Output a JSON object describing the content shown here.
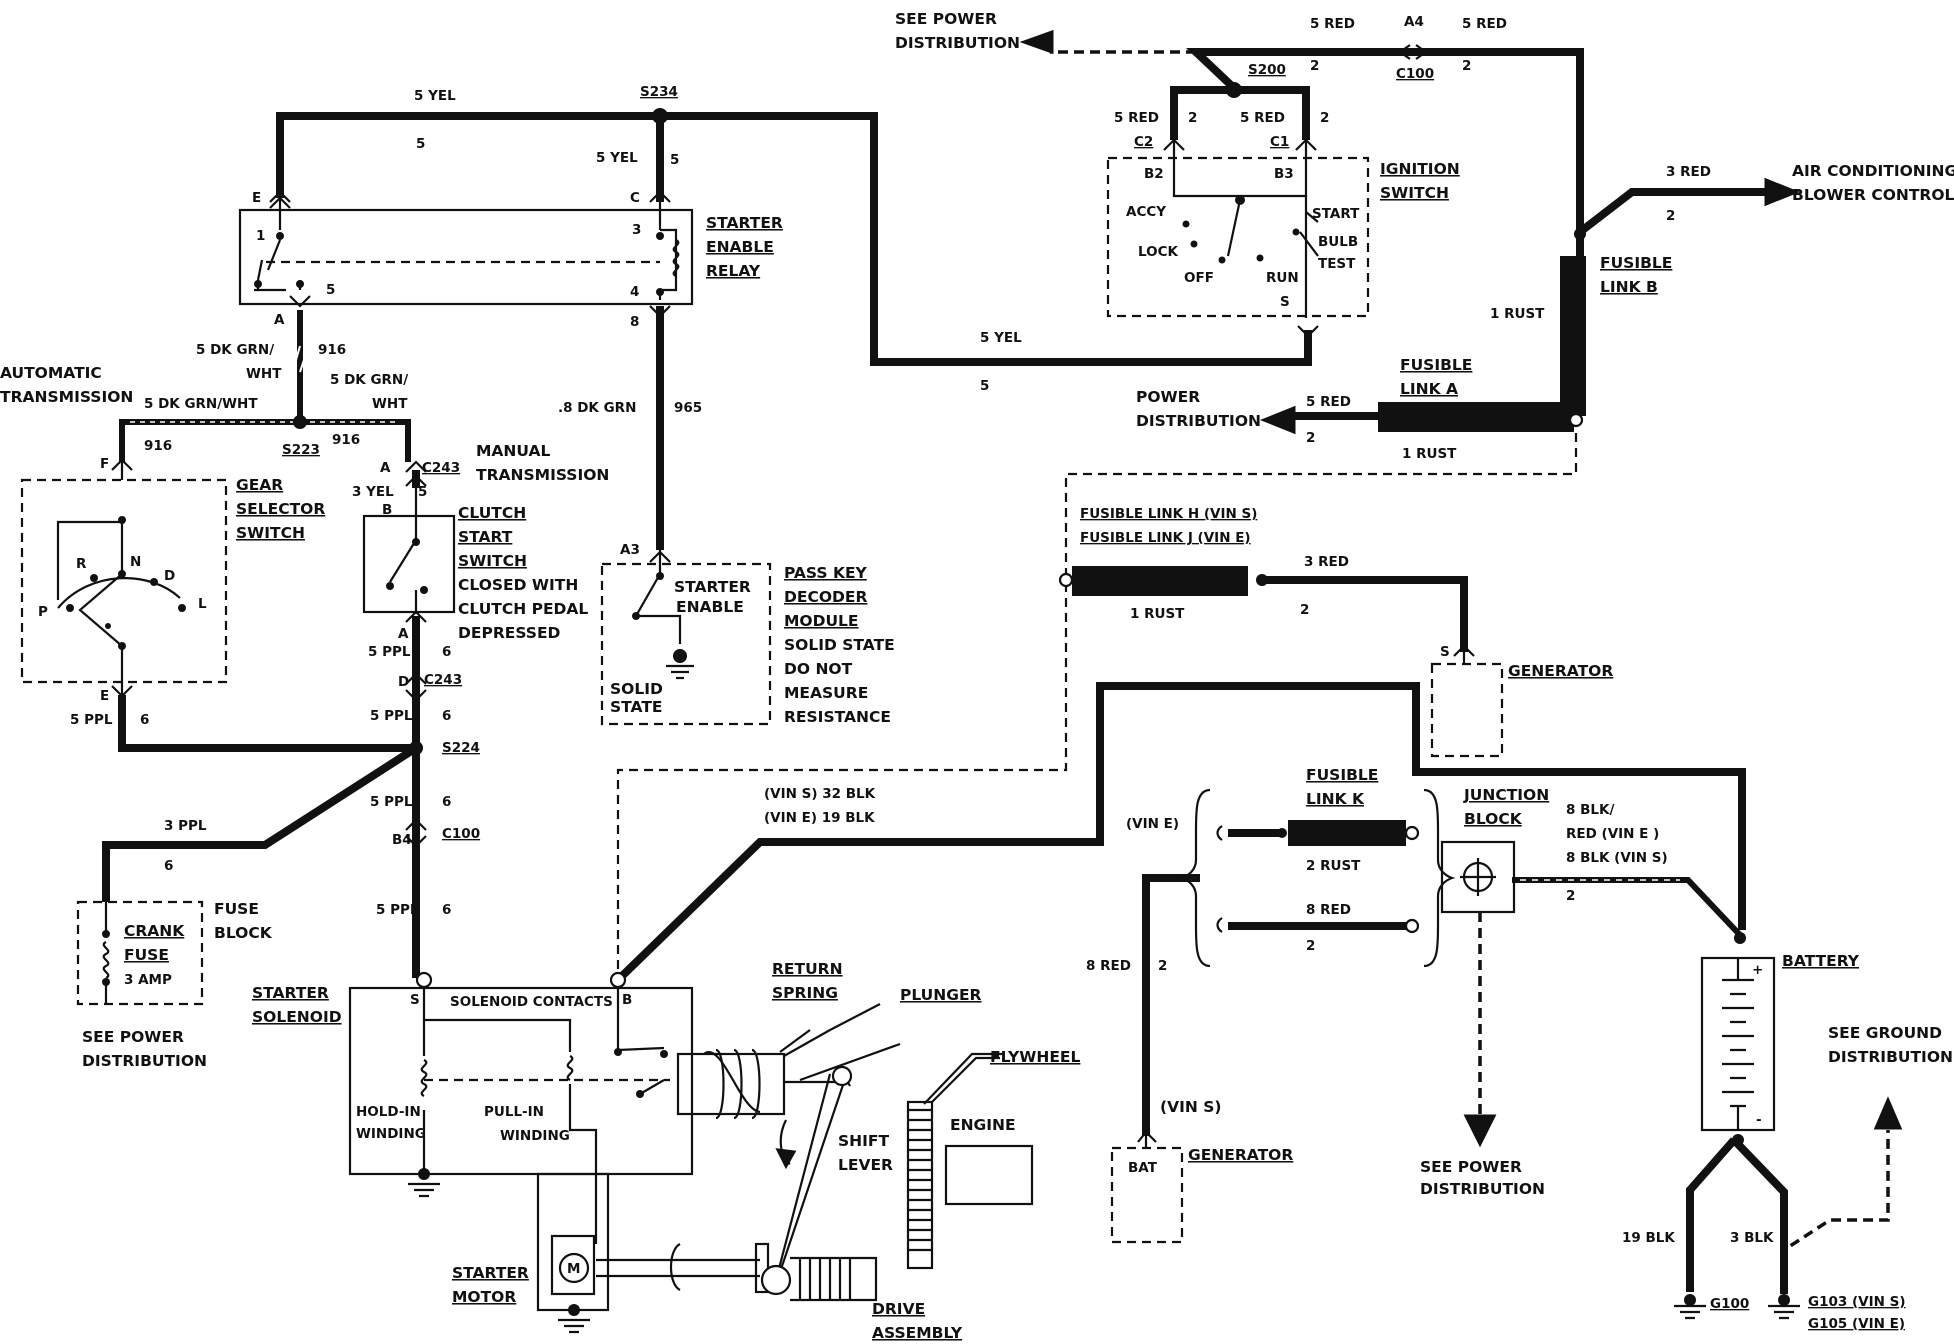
{
  "components": {
    "starter_enable_relay": {
      "label": [
        "STARTER",
        "ENABLE",
        "RELAY"
      ],
      "pins": [
        "E",
        "C",
        "A",
        "8",
        "1",
        "3",
        "4",
        "5"
      ]
    },
    "ignition_switch": {
      "label": [
        "IGNITION",
        "SWITCH"
      ],
      "positions": [
        "ACCY",
        "LOCK",
        "OFF",
        "RUN",
        "START",
        "BULB",
        "TEST"
      ],
      "pins": [
        "B2",
        "B3",
        "S"
      ]
    },
    "gear_selector_switch": {
      "label": [
        "GEAR",
        "SELECTOR",
        "SWITCH"
      ],
      "positions": [
        "P",
        "R",
        "N",
        "D",
        "L"
      ],
      "pins": [
        "F",
        "E"
      ]
    },
    "clutch_start_switch": {
      "label": [
        "CLUTCH",
        "START",
        "SWITCH"
      ],
      "note": [
        "CLOSED WITH",
        "CLUTCH PEDAL",
        "DEPRESSED"
      ],
      "pins": [
        "A",
        "B",
        "A",
        "D"
      ]
    },
    "pass_key_decoder": {
      "label": [
        "PASS KEY",
        "DECODER",
        "MODULE"
      ],
      "note": [
        "SOLID STATE",
        "DO NOT",
        "MEASURE",
        "RESISTANCE"
      ],
      "inner": [
        "STARTER",
        "ENABLE"
      ],
      "solid_state": [
        "SOLID",
        "STATE"
      ],
      "pin": "A3"
    },
    "fuse_block": {
      "label": [
        "FUSE",
        "BLOCK"
      ],
      "fuse": [
        "CRANK",
        "FUSE",
        "3 AMP"
      ]
    },
    "starter_solenoid": {
      "label": [
        "STARTER",
        "SOLENOID"
      ],
      "contacts": "SOLENOID CONTACTS",
      "hold_in": [
        "HOLD-IN",
        "WINDING"
      ],
      "pull_in": [
        "PULL-IN",
        "WINDING"
      ],
      "pins": [
        "S",
        "B"
      ]
    },
    "starter_motor": {
      "label": [
        "STARTER",
        "MOTOR"
      ],
      "symbol": "M"
    },
    "mechanics": {
      "return_spring": [
        "RETURN",
        "SPRING"
      ],
      "plunger": "PLUNGER",
      "flywheel": "FLYWHEEL",
      "engine": "ENGINE",
      "shift_lever": [
        "SHIFT",
        "LEVER"
      ],
      "drive_assembly": [
        "DRIVE",
        "ASSEMBLY"
      ]
    },
    "generator_top": {
      "label": "GENERATOR",
      "pin": "S"
    },
    "generator_bottom": {
      "label": "GENERATOR",
      "pin": "BAT",
      "note": "(VIN S)"
    },
    "junction_block": {
      "label": [
        "JUNCTION",
        "BLOCK"
      ]
    },
    "battery": {
      "label": "BATTERY",
      "plus": "+",
      "minus": "-"
    },
    "fusible_link_a": {
      "label": [
        "FUSIBLE",
        "LINK A"
      ],
      "wire": "1 RUST"
    },
    "fusible_link_b": {
      "label": [
        "FUSIBLE",
        "LINK B"
      ],
      "wire": "1 RUST"
    },
    "fusible_link_hj": {
      "label": [
        "FUSIBLE LINK H (VIN S)",
        "FUSIBLE LINK J (VIN E)"
      ],
      "wire": "1 RUST"
    },
    "fusible_link_k": {
      "label": [
        "FUSIBLE",
        "LINK K"
      ],
      "wire": "2 RUST"
    }
  },
  "references": {
    "see_power_top": [
      "SEE POWER",
      "DISTRIBUTION"
    ],
    "power_distribution": [
      "POWER",
      "DISTRIBUTION"
    ],
    "see_power_fuse": [
      "SEE POWER",
      "DISTRIBUTION"
    ],
    "see_power_junction": [
      "SEE POWER",
      "DISTRIBUTION"
    ],
    "air_conditioning": [
      "AIR CONDITIONING:",
      "BLOWER CONTROLS"
    ],
    "see_ground": [
      "SEE GROUND",
      "DISTRIBUTION"
    ],
    "automatic_transmission": [
      "AUTOMATIC",
      "TRANSMISSION"
    ],
    "manual_transmission": [
      "MANUAL",
      "TRANSMISSION"
    ]
  },
  "splices": [
    "S234",
    "S200",
    "S223",
    "S224"
  ],
  "connectors": [
    "C100",
    "C2",
    "C1",
    "C243",
    "C243",
    "C100",
    "A4",
    "B4"
  ],
  "grounds": [
    "G100",
    "G103 (VIN S)",
    "G105 (VIN E)"
  ],
  "wires": {
    "w_5yel_top": "5 YEL",
    "c_5_top": "5",
    "w_5yel_c": "5 YEL",
    "c_5_c": "5",
    "w_5yel_ign": "5 YEL",
    "c_5_ign": "5",
    "w_5red_a4l": "5 RED",
    "w_5red_a4r": "5 RED",
    "c_2_a4l": "2",
    "c_2_a4r": "2",
    "w_5red_c2": "5 RED",
    "c_2_c2": "2",
    "w_5red_c1": "5 RED",
    "c_2_c1": "2",
    "w_3red_ac": "3 RED",
    "c_2_ac": "2",
    "w_1rust_b": "1 RUST",
    "w_5red_pd": "5 RED",
    "c_2_pd": "2",
    "w_5dkgrn_a": [
      "5 DK GRN/",
      "WHT"
    ],
    "c_916_a": "916",
    "w_5dkgrn_s223": [
      "5 DK GRN/",
      "WHT"
    ],
    "w_5dkgrn_left": "5 DK GRN/WHT",
    "c_916_left": "916",
    "c_916_right": "916",
    "w_8dkgrn": ".8 DK GRN",
    "c_965": "965",
    "w_3yel": "3 YEL",
    "c_5_clutch": "5",
    "w_5ppl_a": "5 PPL",
    "c_6_a": "6",
    "w_5ppl_d": "5 PPL",
    "c_6_d": "6",
    "w_5ppl_e": "5 PPL",
    "c_6_e": "6",
    "w_5ppl_s224": "5 PPL",
    "c_6_s224": "6",
    "w_5ppl_b4": "5 PPL",
    "c_6_b4": "6",
    "w_3ppl": "3 PPL",
    "c_6_3ppl": "6",
    "w_blk_main": [
      "(VIN S) 32 BLK",
      "(VIN E) 19 BLK"
    ],
    "w_3red_gen": "3 RED",
    "c_2_gen": "2",
    "w_vine": "(VIN E)",
    "w_8red_j": "8 RED",
    "c_2_8red_j": "2",
    "w_8red_gen": "8 RED",
    "c_2_8red_gen": "2",
    "w_8blk": [
      "8 BLK/",
      "RED (VIN E )",
      "8 BLK (VIN S)"
    ],
    "c_2_8blk": "2",
    "w_19blk": "19 BLK",
    "w_3blk": "3 BLK"
  }
}
